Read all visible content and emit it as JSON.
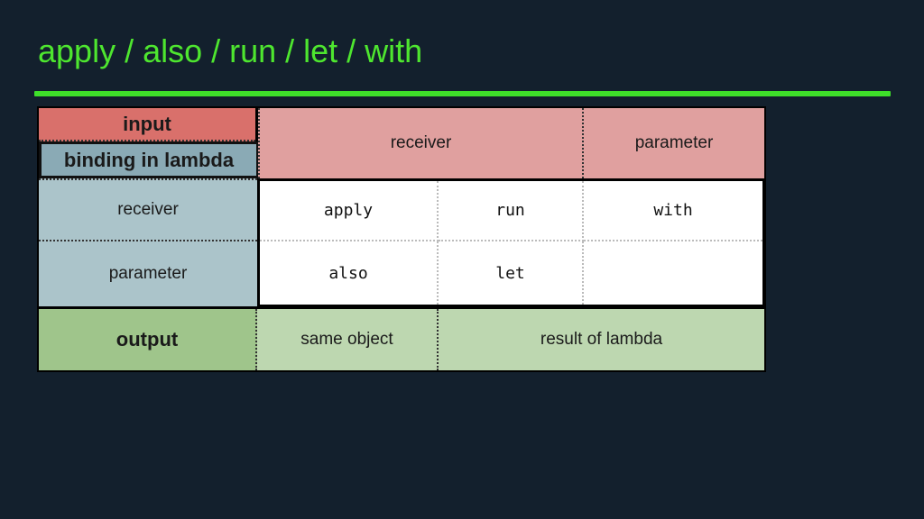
{
  "slide": {
    "title": "apply / also / run / let / with"
  },
  "table": {
    "input_label": "input",
    "binding_label": "binding in lambda",
    "output_label": "output",
    "col_receiver": "receiver",
    "col_parameter": "parameter",
    "row_receiver": "receiver",
    "row_parameter": "parameter",
    "fn_apply": "apply",
    "fn_run": "run",
    "fn_with": "with",
    "fn_also": "also",
    "fn_let": "let",
    "fn_empty": "",
    "out_same_object": "same object",
    "out_result_of_lambda": "result of lambda"
  },
  "colors": {
    "title": "#4ee62f",
    "rule": "#3ee02a",
    "background": "#13202d"
  }
}
